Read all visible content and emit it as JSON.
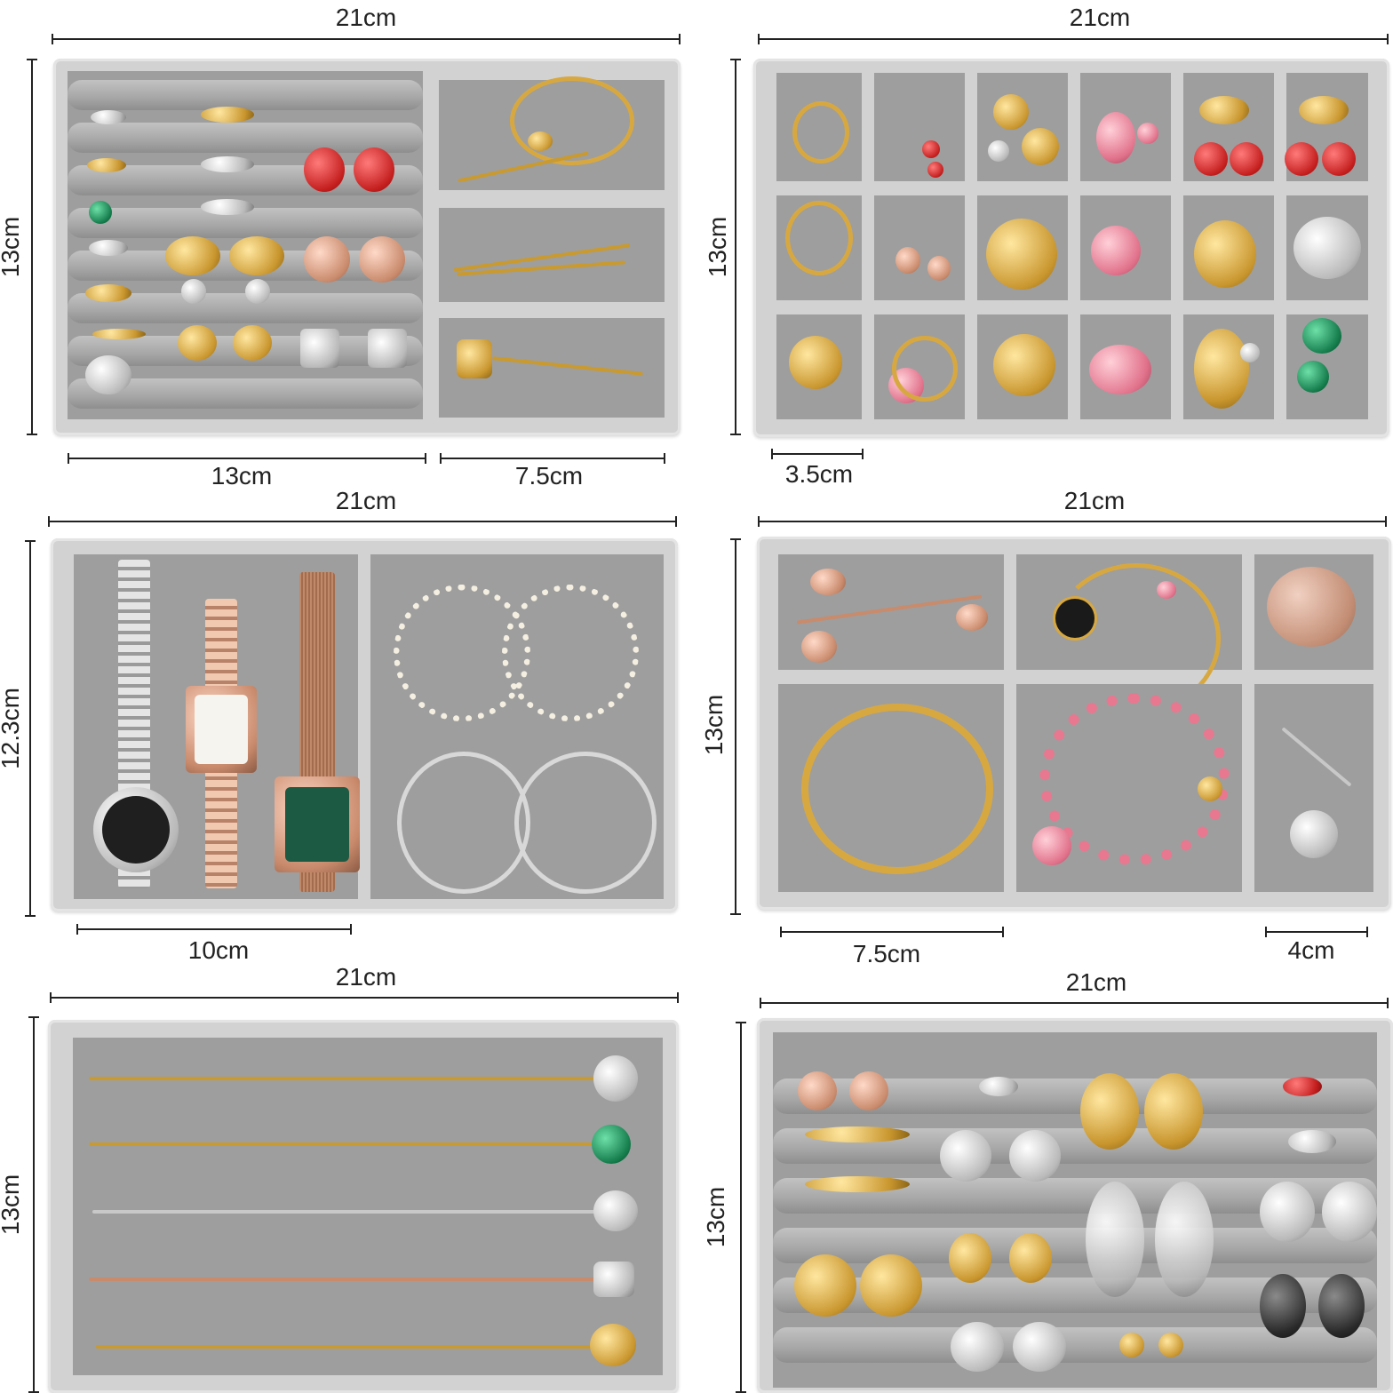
{
  "image": {
    "description_labels": {
      "tray1": {
        "width": "21cm",
        "height": "13cm",
        "section_a": "13cm",
        "section_b": "7.5cm"
      },
      "tray2": {
        "width": "21cm",
        "height": "13cm",
        "cell": "3.5cm"
      },
      "tray3": {
        "width": "21cm",
        "height": "12.3cm",
        "section_a": "10cm"
      },
      "tray4": {
        "width": "21cm",
        "height": "13cm",
        "section_a": "7.5cm",
        "section_c": "4cm"
      },
      "tray5": {
        "width": "21cm",
        "height": "13cm"
      },
      "tray6": {
        "width": "21cm",
        "height": "13cm"
      }
    },
    "colors": {
      "velvet": "#9e9e9e",
      "frame": "#d2d2d2",
      "gold": "#c9962e",
      "silver": "#b9b9b9"
    }
  }
}
